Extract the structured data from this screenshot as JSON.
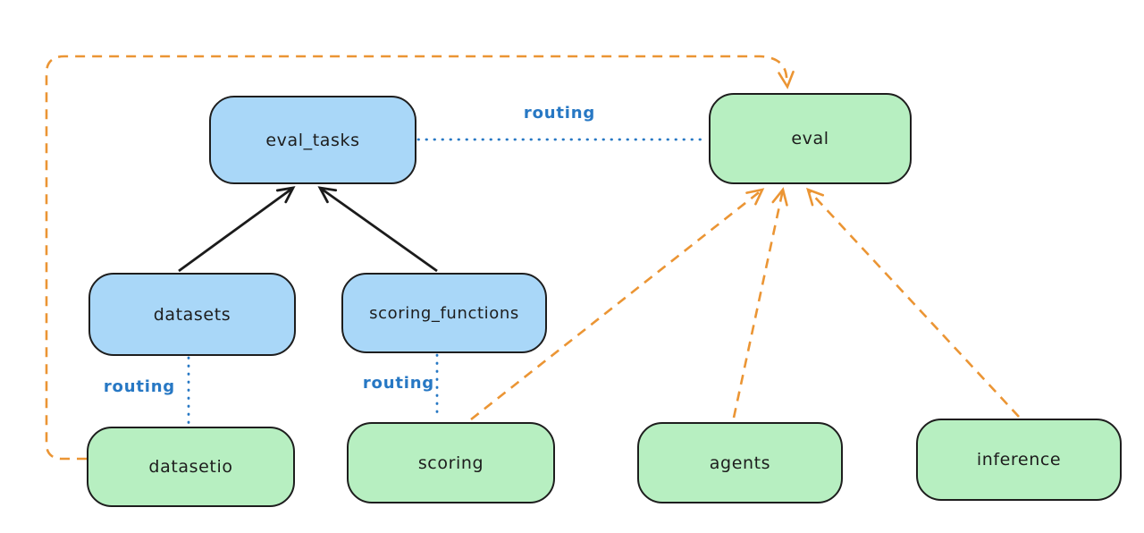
{
  "diagram": {
    "type": "architecture-graph",
    "background_color": "#ffffff",
    "colors": {
      "api_node_fill": "#a9d7f8",
      "provider_node_fill": "#b7efc1",
      "node_border": "#1e1e1e",
      "routing_edge_blue": "#2778c4",
      "provider_edge_orange": "#eb9534",
      "dependency_edge_black": "#1b1b1b"
    },
    "nodes": [
      {
        "id": "eval_tasks",
        "label": "eval_tasks",
        "fill": "blue"
      },
      {
        "id": "eval",
        "label": "eval",
        "fill": "green"
      },
      {
        "id": "datasets",
        "label": "datasets",
        "fill": "blue"
      },
      {
        "id": "scoring_functions",
        "label": "scoring_functions",
        "fill": "blue"
      },
      {
        "id": "datasetio",
        "label": "datasetio",
        "fill": "green"
      },
      {
        "id": "scoring",
        "label": "scoring",
        "fill": "green"
      },
      {
        "id": "agents",
        "label": "agents",
        "fill": "green"
      },
      {
        "id": "inference",
        "label": "inference",
        "fill": "green"
      }
    ],
    "edge_labels": [
      {
        "id": "routing-eval_tasks-eval",
        "text": "routing"
      },
      {
        "id": "routing-datasets-datasetio",
        "text": "routing"
      },
      {
        "id": "routing-scoring_functions-scoring",
        "text": "routing"
      }
    ],
    "edges": [
      {
        "from": "datasets",
        "to": "eval_tasks",
        "style": "solid-black-arrow"
      },
      {
        "from": "scoring_functions",
        "to": "eval_tasks",
        "style": "solid-black-arrow"
      },
      {
        "from": "eval_tasks",
        "to": "eval",
        "style": "dotted-blue",
        "label": "routing"
      },
      {
        "from": "datasets",
        "to": "datasetio",
        "style": "dotted-blue",
        "label": "routing"
      },
      {
        "from": "scoring_functions",
        "to": "scoring",
        "style": "dotted-blue",
        "label": "routing"
      },
      {
        "from": "datasetio",
        "to": "eval",
        "style": "dashed-orange-arrow"
      },
      {
        "from": "scoring",
        "to": "eval",
        "style": "dashed-orange-arrow"
      },
      {
        "from": "agents",
        "to": "eval",
        "style": "dashed-orange-arrow"
      },
      {
        "from": "inference",
        "to": "eval",
        "style": "dashed-orange-arrow"
      }
    ]
  }
}
